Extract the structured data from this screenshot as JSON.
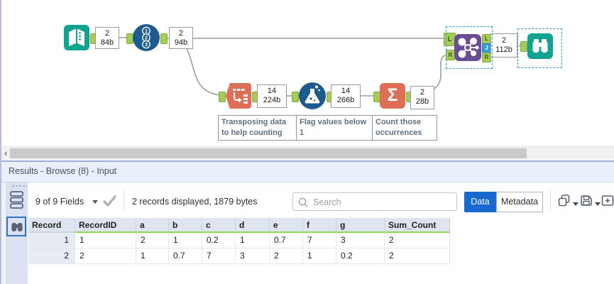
{
  "canvas": {
    "annotations": {
      "input": {
        "count": "2",
        "size": "84b"
      },
      "record_id": {
        "count": "2",
        "size": "94b"
      },
      "transpose": {
        "count": "14",
        "size": "224b"
      },
      "formula": {
        "count": "14",
        "size": "266b"
      },
      "summarize": {
        "count": "2",
        "size": "28b"
      },
      "join": {
        "count": "2",
        "size": "112b"
      }
    },
    "captions": {
      "transpose": "Transposing data to help counting",
      "formula": "Flag values below 1",
      "summarize": "Count those occurrences"
    },
    "anchors": {
      "join_in_left": "L",
      "join_in_right": "R",
      "join_out_left": "L",
      "join_out_join": "J",
      "join_out_right": "R"
    },
    "record_id_numbers": [
      "1",
      "2",
      "3"
    ],
    "summarize_sigma": "Σ",
    "colors": {
      "input_teal": "#10a390",
      "tool_blue": "#1d5a8d",
      "tool_orange": "#df6e57",
      "join_purple": "#6b4d95",
      "anchor_green": "#a5cc55",
      "join_anchor_blue": "#2fa0d5",
      "selection_blue": "#2e9be4",
      "wire_gray": "#9c9c9c"
    }
  },
  "results": {
    "title": "Results - Browse (8) - Input",
    "scrollbar": {
      "left_arrow": "‹"
    },
    "toolbar": {
      "fields_summary": "9 of 9 Fields",
      "records_summary": "2 records displayed, 1879 bytes",
      "search_placeholder": "Search",
      "data_label": "Data",
      "metadata_label": "Metadata"
    },
    "accent": {
      "data_button_blue": "#1769cf",
      "header_underline_green": "#8fdb4f"
    },
    "table": {
      "columns": [
        "Record",
        "RecordID",
        "a",
        "b",
        "c",
        "d",
        "e",
        "f",
        "g",
        "Sum_Count"
      ],
      "rows": [
        [
          "1",
          "1",
          "2",
          "1",
          "0.2",
          "1",
          "0.7",
          "7",
          "3",
          "2"
        ],
        [
          "2",
          "2",
          "1",
          "0.7",
          "7",
          "3",
          "2",
          "1",
          "0.2",
          "2"
        ]
      ]
    }
  }
}
